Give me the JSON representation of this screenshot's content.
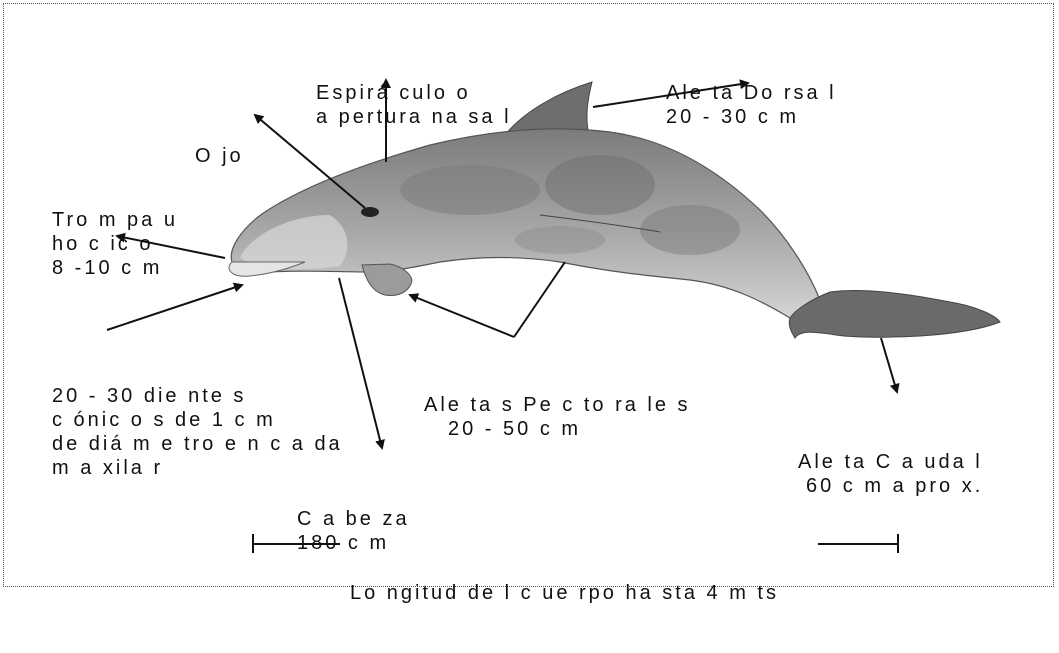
{
  "colors": {
    "ink": "#111111",
    "body_dark": "#6d6d6d",
    "body_mid": "#9a9a9a",
    "body_light": "#cfcfcf"
  },
  "labels": {
    "blowhole": [
      "Espirá culo o",
      "a pertura na sa l"
    ],
    "dorsal": [
      "Ale ta Do rsa l",
      "20 - 30 c m"
    ],
    "eye": [
      "O jo"
    ],
    "snout": [
      "Tro m pa u",
      "ho c ic o",
      "8 -10 c m"
    ],
    "teeth": [
      "20 - 30 die nte s",
      "c ónic o s de 1 c m",
      "de diá m e tro e n c a da",
      "m a xila r"
    ],
    "pectoral": [
      "Ale ta s Pe c to ra le s",
      "20 - 50 c m"
    ],
    "caudal": [
      "Ale ta C a uda l",
      "60 c m a pro x."
    ],
    "head": [
      "C a be za",
      "180 c m"
    ],
    "length": "Lo ngitud de l c ue rpo ha sta 4 m ts"
  }
}
